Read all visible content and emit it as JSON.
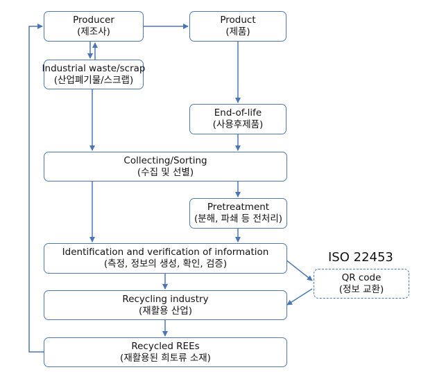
{
  "boxes": {
    "producer": {
      "line1": "Producer",
      "line2": "(제조사)"
    },
    "product": {
      "line1": "Product",
      "line2": "(제품)"
    },
    "industrial": {
      "line1": "Industrial waste/scrap",
      "line2": "(산업폐기물/스크랩)"
    },
    "end_of_life": {
      "line1": "End-of-life",
      "line2": "(사용후제품)"
    },
    "collecting": {
      "line1": "Collecting/Sorting",
      "line2": "(수집 및 선별)"
    },
    "pretreatment": {
      "line1": "Pretreatment",
      "line2": "(분해, 파쇄 등 전처리)"
    },
    "identification": {
      "line1": "Identification and verification of information",
      "line2": "(측정, 정보의 생성, 확인, 검증)"
    },
    "qr_code": {
      "line1": "QR code",
      "line2": "(정보 교환)"
    },
    "recycling": {
      "line1": "Recycling industry",
      "line2": "(재활용 산업)"
    },
    "recycled_rees": {
      "line1": "Recycled REEs",
      "line2": "(재활용된 희토류 소재)"
    }
  },
  "iso_label": "ISO 22453",
  "colors": {
    "border": "#4a77b4",
    "arrow": "#4a77b4",
    "text": "#111111"
  }
}
